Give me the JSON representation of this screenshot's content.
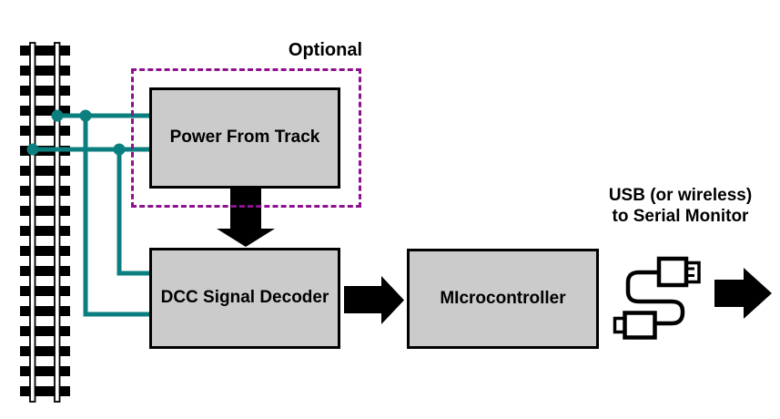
{
  "colors": {
    "wire": "#0b7f7f",
    "optional-border": "#8e128e",
    "block-fill": "#cbcbcb",
    "block-border": "#000000",
    "ink": "#000000",
    "canvas": "#ffffff"
  },
  "labels": {
    "optional": "Optional",
    "power_block": "Power From Track",
    "dcc_block": "DCC Signal Decoder",
    "micro_block": "MIcrocontroller",
    "usb_caption_line1": "USB (or wireless)",
    "usb_caption_line2": "to Serial Monitor"
  },
  "icons": {
    "railroad_track": "two vertical rails with black crossties",
    "usb_cable": "USB-A to micro-USB cable with S-curve cord",
    "arrow_down": "solid black down arrow",
    "arrow_right": "solid black right arrow"
  }
}
